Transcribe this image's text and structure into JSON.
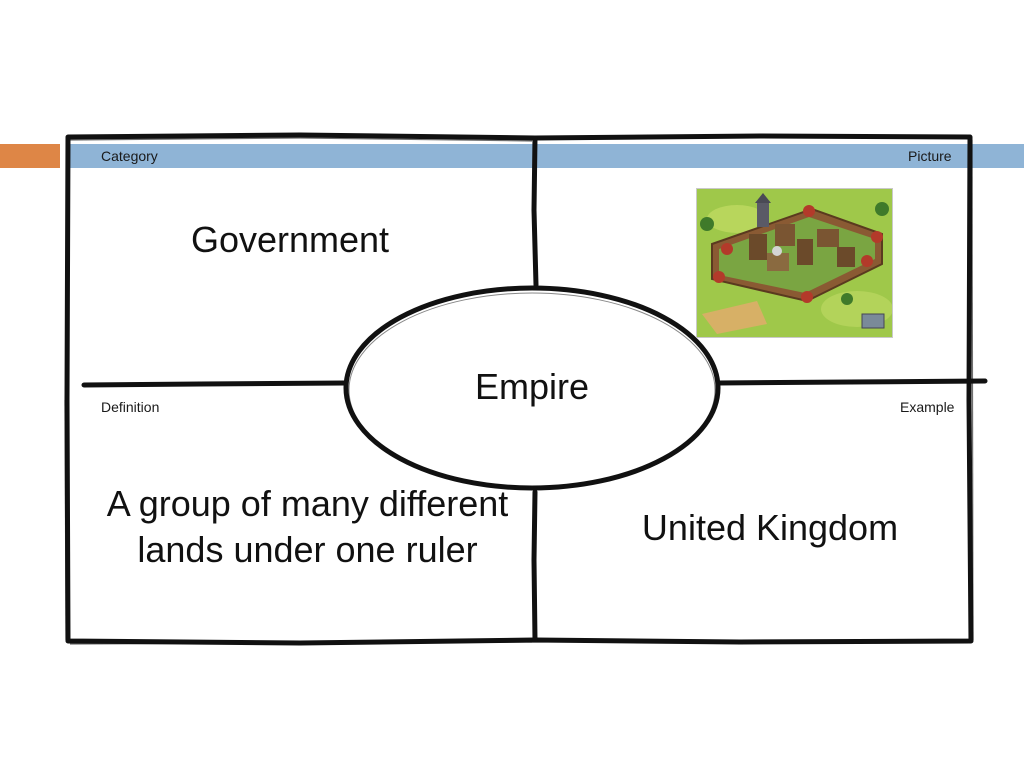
{
  "header": {
    "category_label": "Category",
    "picture_label": "Picture",
    "definition_label": "Definition",
    "example_label": "Example"
  },
  "quadrants": {
    "category": "Government",
    "definition": "A group of many different lands under one ruler",
    "example": "United Kingdom"
  },
  "center": {
    "term": "Empire"
  },
  "picture": {
    "description_icon": "empire-castle-game-image"
  },
  "colors": {
    "orange_accent": "#de8646",
    "blue_band": "#8fb4d6",
    "ink": "#111111"
  }
}
